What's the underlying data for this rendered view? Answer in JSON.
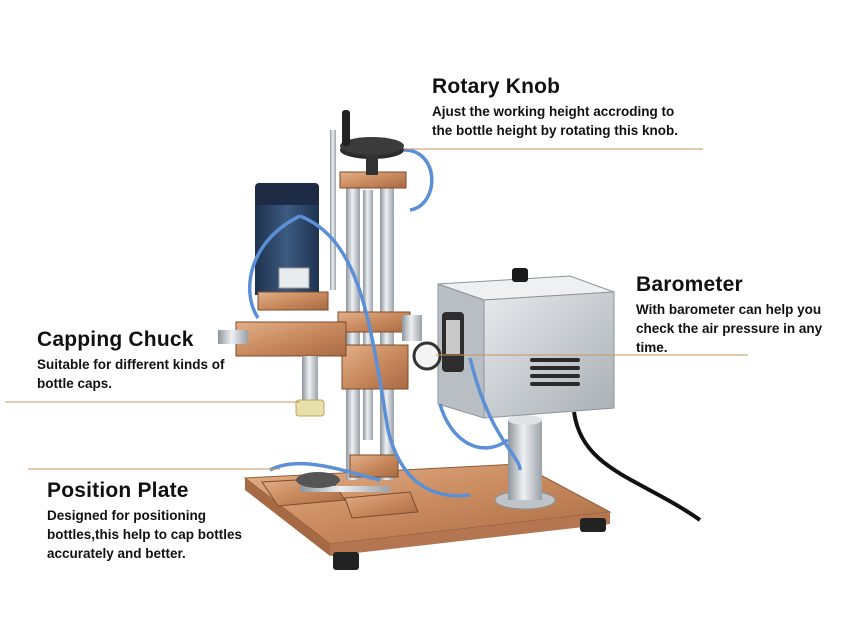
{
  "callouts": {
    "rotary_knob": {
      "title": "Rotary Knob",
      "lines": [
        "Ajust the working height accroding to",
        "the bottle height by rotating this knob."
      ]
    },
    "barometer": {
      "title": "Barometer",
      "lines": [
        "With barometer can help you",
        "check the air pressure in any",
        "time."
      ]
    },
    "capping_chuck": {
      "title": "Capping Chuck",
      "lines": [
        "Suitable for different kinds of",
        "bottle caps."
      ]
    },
    "position_plate": {
      "title": "Position Plate",
      "lines": [
        "Designed for positioning",
        "bottles,this help to cap bottles",
        "accurately and better."
      ]
    }
  },
  "colors": {
    "leader_line": "#c9955e",
    "copper": "#c98a5e",
    "steel": "#c7ccd1",
    "motor_blue": "#2f4a6b",
    "tube_blue": "#5b8fd6"
  }
}
